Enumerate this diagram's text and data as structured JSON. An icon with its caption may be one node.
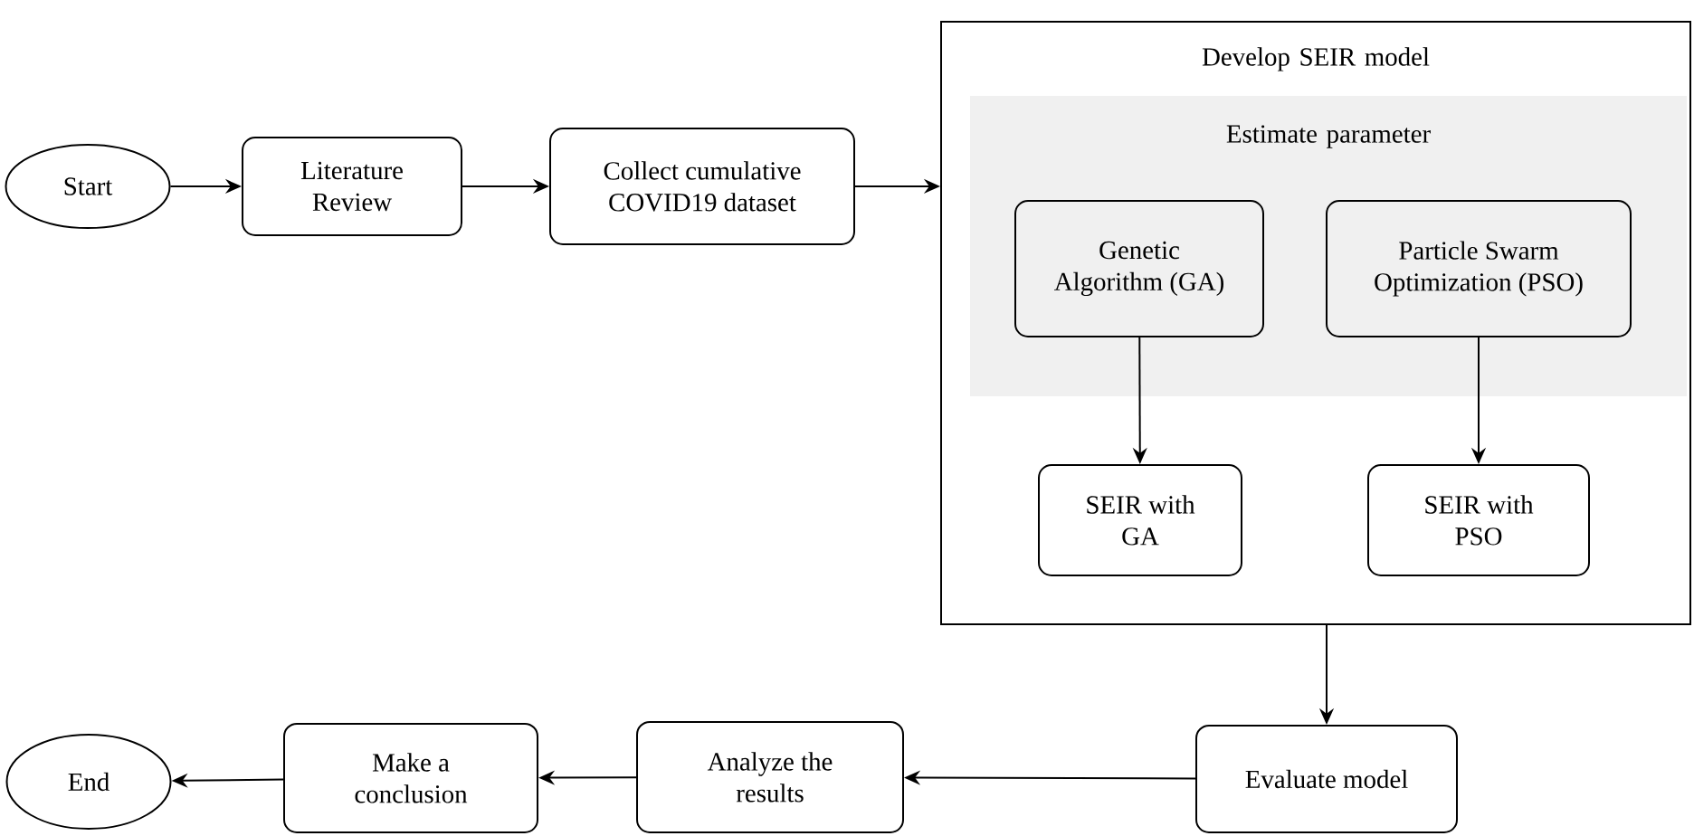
{
  "diagram": {
    "nodes": [
      {
        "text": [
          "Start"
        ]
      },
      {
        "text": [
          "Literature Review"
        ]
      },
      {
        "text": [
          "Collect cumulative COVID19 dataset"
        ]
      },
      {
        "text": [
          "Develop SEIR model"
        ]
      },
      {
        "text": [
          "Estimate parameter"
        ],
        "in": 3
      },
      {
        "text": [
          "Genetic Algorithm (GA)"
        ],
        "in": 4
      },
      {
        "text": [
          "Particle Swarm Optimization (PSO)"
        ],
        "in": 4
      },
      {
        "text": [
          "SEIR with GA"
        ],
        "in": 3
      },
      {
        "text": [
          "SEIR with PSO"
        ],
        "in": 3
      },
      {
        "text": [
          "Evaluate model"
        ]
      },
      {
        "text": [
          "Analyze the results"
        ]
      },
      {
        "text": [
          "Make a conclusion"
        ]
      },
      {
        "text": [
          "End"
        ]
      }
    ],
    "edges": [
      {
        "from": 0,
        "to": 1,
        "arrow": "to"
      },
      {
        "from": 1,
        "to": 2,
        "arrow": "to"
      },
      {
        "from": 2,
        "to": 3,
        "arrow": "to"
      },
      {
        "from": 5,
        "to": 7,
        "arrow": "to"
      },
      {
        "from": 6,
        "to": 8,
        "arrow": "to"
      },
      {
        "from": 3,
        "to": 9,
        "arrow": "to"
      },
      {
        "from": 9,
        "to": 10,
        "arrow": "to"
      },
      {
        "from": 10,
        "to": 11,
        "arrow": "to"
      },
      {
        "from": 11,
        "to": 12,
        "arrow": "to"
      }
    ]
  }
}
